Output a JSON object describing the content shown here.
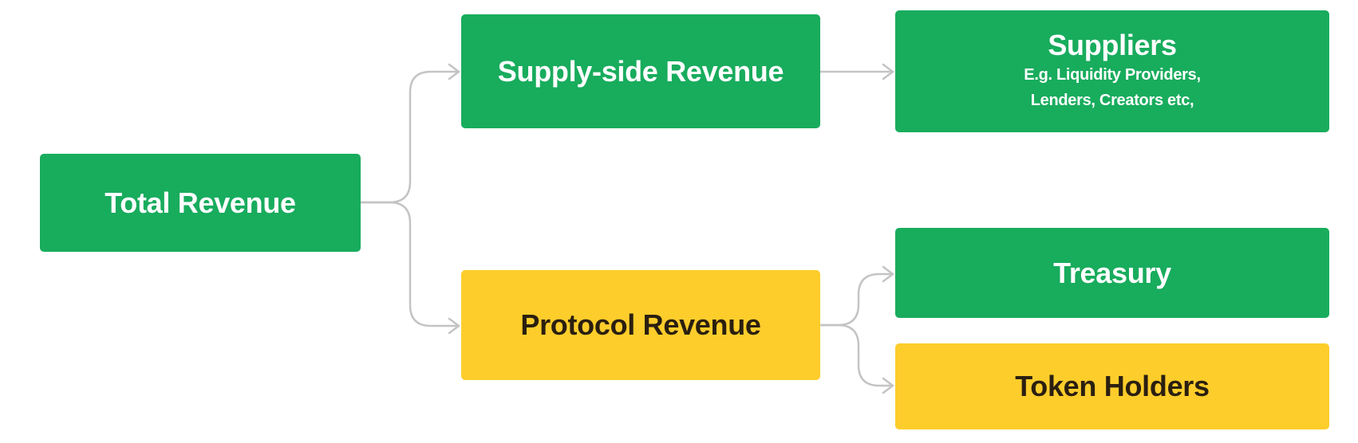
{
  "diagram": {
    "title": "Revenue flow",
    "colors": {
      "green": "#18ac5d",
      "yellow": "#fdcd2b",
      "connector": "#c4c4c4",
      "dark_text": "#2a1f10"
    },
    "nodes": {
      "total": {
        "label": "Total Revenue",
        "color": "green"
      },
      "supply": {
        "label": "Supply-side Revenue",
        "color": "green"
      },
      "protocol": {
        "label": "Protocol Revenue",
        "color": "yellow"
      },
      "suppliers": {
        "label": "Suppliers",
        "sub_line_1": "E.g. Liquidity Providers,",
        "sub_line_2": "Lenders, Creators etc,",
        "color": "green"
      },
      "treasury": {
        "label": "Treasury",
        "color": "green"
      },
      "holders": {
        "label": "Token Holders",
        "color": "yellow"
      }
    },
    "edges": [
      {
        "from": "total",
        "to": "supply"
      },
      {
        "from": "total",
        "to": "protocol"
      },
      {
        "from": "supply",
        "to": "suppliers"
      },
      {
        "from": "protocol",
        "to": "treasury"
      },
      {
        "from": "protocol",
        "to": "holders"
      }
    ]
  }
}
